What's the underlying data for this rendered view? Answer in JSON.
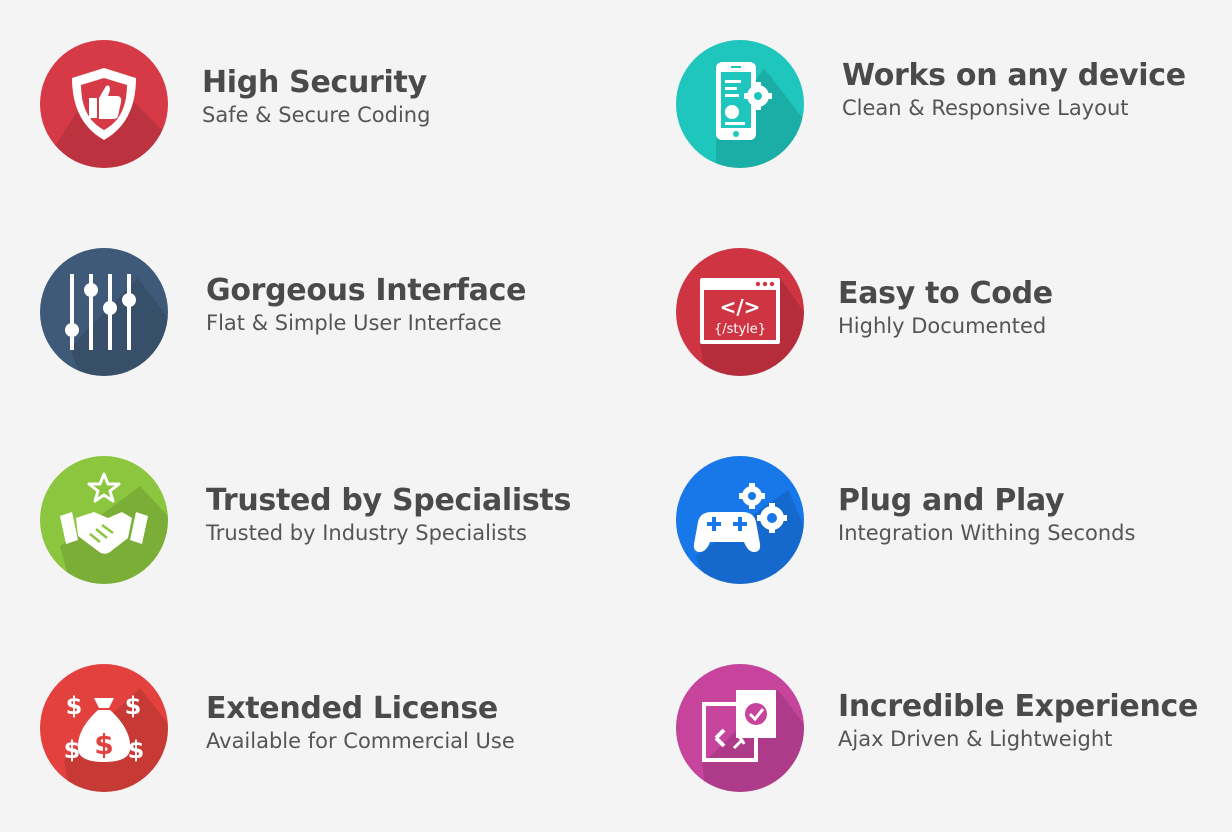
{
  "features": [
    {
      "title": "High Security",
      "subtitle": "Safe & Secure Coding",
      "icon": "shield-thumbs-up-icon",
      "color": "#d63a47"
    },
    {
      "title": "Works on any device",
      "subtitle": "Clean & Responsive Layout",
      "icon": "mobile-settings-icon",
      "color": "#1fc6bd"
    },
    {
      "title": "Gorgeous Interface",
      "subtitle": "Flat & Simple User Interface",
      "icon": "sliders-icon",
      "color": "#3f5a78"
    },
    {
      "title": "Easy to Code",
      "subtitle": "Highly Documented",
      "icon": "code-window-icon",
      "color": "#cf3443",
      "code_tag": "</>",
      "code_text": "{/style}"
    },
    {
      "title": "Trusted by Specialists",
      "subtitle": "Trusted by Industry Specialists",
      "icon": "handshake-star-icon",
      "color": "#8cc63f"
    },
    {
      "title": "Plug and Play",
      "subtitle": "Integration Withing Seconds",
      "icon": "gamepad-gears-icon",
      "color": "#1877e9"
    },
    {
      "title": "Extended License",
      "subtitle": "Available for Commercial Use",
      "icon": "money-bag-icon",
      "color": "#e2413d",
      "money_sign": "$"
    },
    {
      "title": "Incredible Experience",
      "subtitle": "Ajax Driven & Lightweight",
      "icon": "sync-check-icon",
      "color": "#c7449c"
    }
  ]
}
